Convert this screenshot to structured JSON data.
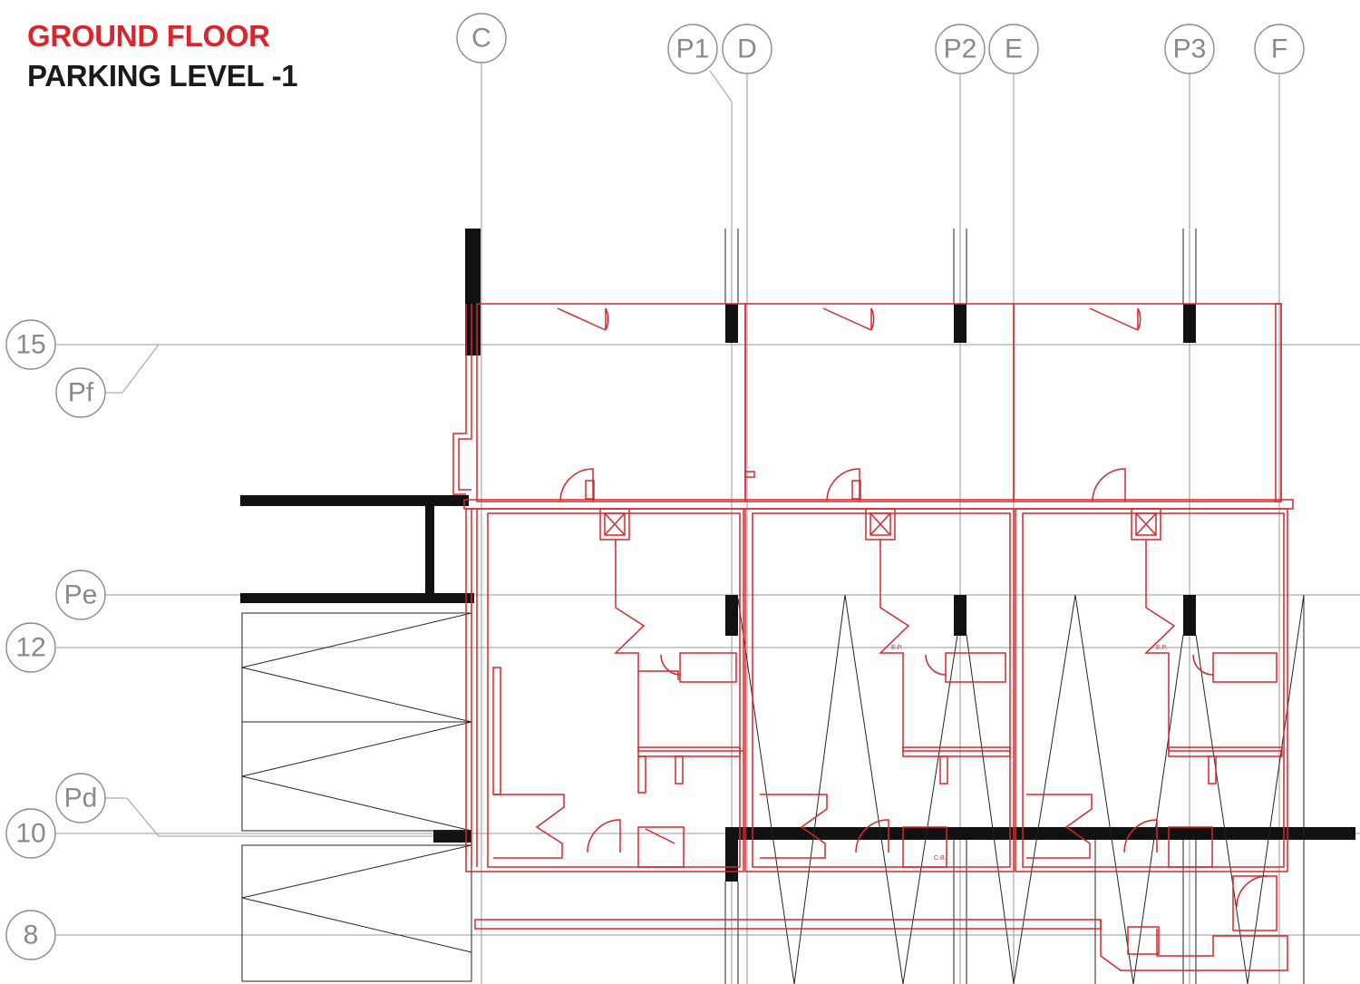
{
  "legend": {
    "ground_floor": "GROUND FLOOR",
    "parking_level": "PARKING LEVEL -1",
    "ground_floor_color": "#d8262c",
    "parking_level_color": "#1a1a1a"
  },
  "grid_labels": {
    "c": "C",
    "p1": "P1",
    "d": "D",
    "p2": "P2",
    "e": "E",
    "p3": "P3",
    "f": "F",
    "r15": "15",
    "pf": "Pf",
    "pe": "Pe",
    "r12": "12",
    "pd": "Pd",
    "r10": "10",
    "r8": "8"
  },
  "room_tags": {
    "ep1": "E.P.",
    "ep2": "E.P.",
    "cb": "C.B."
  }
}
